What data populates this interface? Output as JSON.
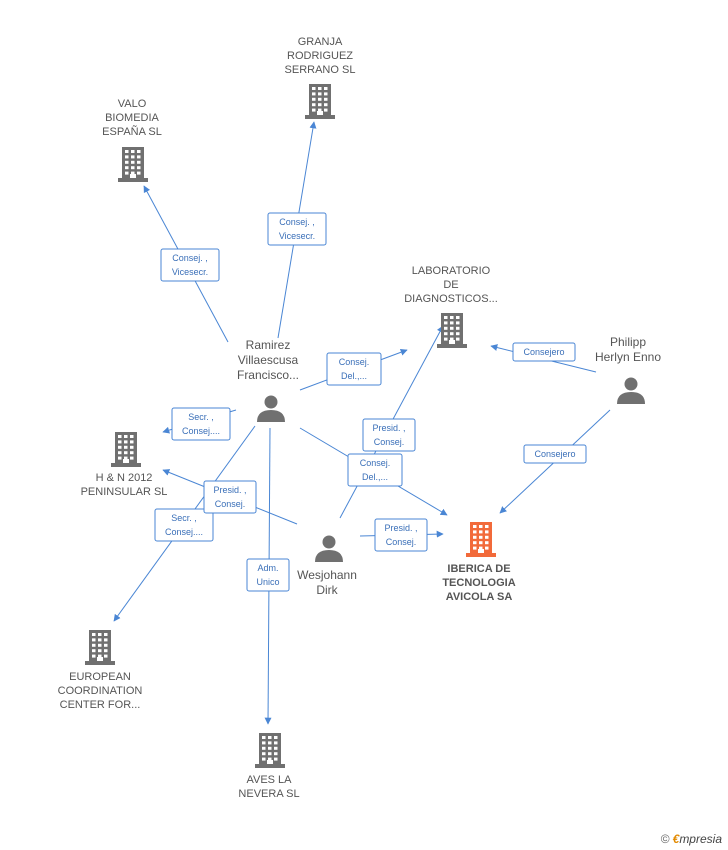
{
  "colors": {
    "edge": "#4a86d4",
    "icon": "#707070",
    "focus": "#f26a3a"
  },
  "nodes": [
    {
      "id": "granja",
      "kind": "company",
      "lines": [
        "GRANJA",
        "RODRIGUEZ",
        "SERRANO SL"
      ]
    },
    {
      "id": "valo",
      "kind": "company",
      "lines": [
        "VALO",
        "BIOMEDIA",
        "ESPAÑA SL"
      ]
    },
    {
      "id": "laboratorio",
      "kind": "company",
      "lines": [
        "LABORATORIO",
        "DE",
        "DIAGNOSTICOS..."
      ]
    },
    {
      "id": "philipp",
      "kind": "person",
      "lines": [
        "Philipp",
        "Herlyn Enno"
      ]
    },
    {
      "id": "ramirez",
      "kind": "person",
      "lines": [
        "Ramirez",
        "Villaescusa",
        "Francisco..."
      ]
    },
    {
      "id": "hn2012",
      "kind": "company",
      "lines": [
        "H & N 2012",
        "PENINSULAR SL"
      ]
    },
    {
      "id": "wesjohann",
      "kind": "person",
      "lines": [
        "Wesjohann",
        "Dirk"
      ]
    },
    {
      "id": "iberica",
      "kind": "company",
      "focus": true,
      "lines": [
        "IBERICA DE",
        "TECNOLOGIA",
        "AVICOLA SA"
      ]
    },
    {
      "id": "european",
      "kind": "company",
      "lines": [
        "EUROPEAN",
        "COORDINATION",
        "CENTER FOR..."
      ]
    },
    {
      "id": "aves",
      "kind": "company",
      "lines": [
        "AVES LA",
        "NEVERA SL"
      ]
    }
  ],
  "edges": [
    {
      "from": "ramirez",
      "to": "granja",
      "label": [
        "Consej. ,",
        "Vicesecr."
      ]
    },
    {
      "from": "ramirez",
      "to": "valo",
      "label": [
        "Consej. ,",
        "Vicesecr."
      ]
    },
    {
      "from": "ramirez",
      "to": "laboratorio",
      "label": [
        "Consej.",
        "Del.,..."
      ]
    },
    {
      "from": "ramirez",
      "to": "hn2012",
      "label": [
        "Secr. ,",
        "Consej...."
      ]
    },
    {
      "from": "ramirez",
      "to": "european",
      "label": [
        "Secr. ,",
        "Consej...."
      ]
    },
    {
      "from": "ramirez",
      "to": "aves",
      "label": [
        "Adm.",
        "Unico"
      ]
    },
    {
      "from": "ramirez",
      "to": "iberica",
      "label": [
        "Consej.",
        "Del.,..."
      ]
    },
    {
      "from": "wesjohann",
      "to": "laboratorio",
      "label": [
        "Presid. ,",
        "Consej."
      ]
    },
    {
      "from": "wesjohann",
      "to": "hn2012",
      "label": [
        "Presid. ,",
        "Consej."
      ]
    },
    {
      "from": "wesjohann",
      "to": "iberica",
      "label": [
        "Presid. ,",
        "Consej."
      ]
    },
    {
      "from": "philipp",
      "to": "laboratorio",
      "label": [
        "Consejero"
      ]
    },
    {
      "from": "philipp",
      "to": "iberica",
      "label": [
        "Consejero"
      ]
    }
  ],
  "footer": {
    "copyright": "©",
    "brand_initial": "€",
    "brand_rest": "mpresia"
  }
}
